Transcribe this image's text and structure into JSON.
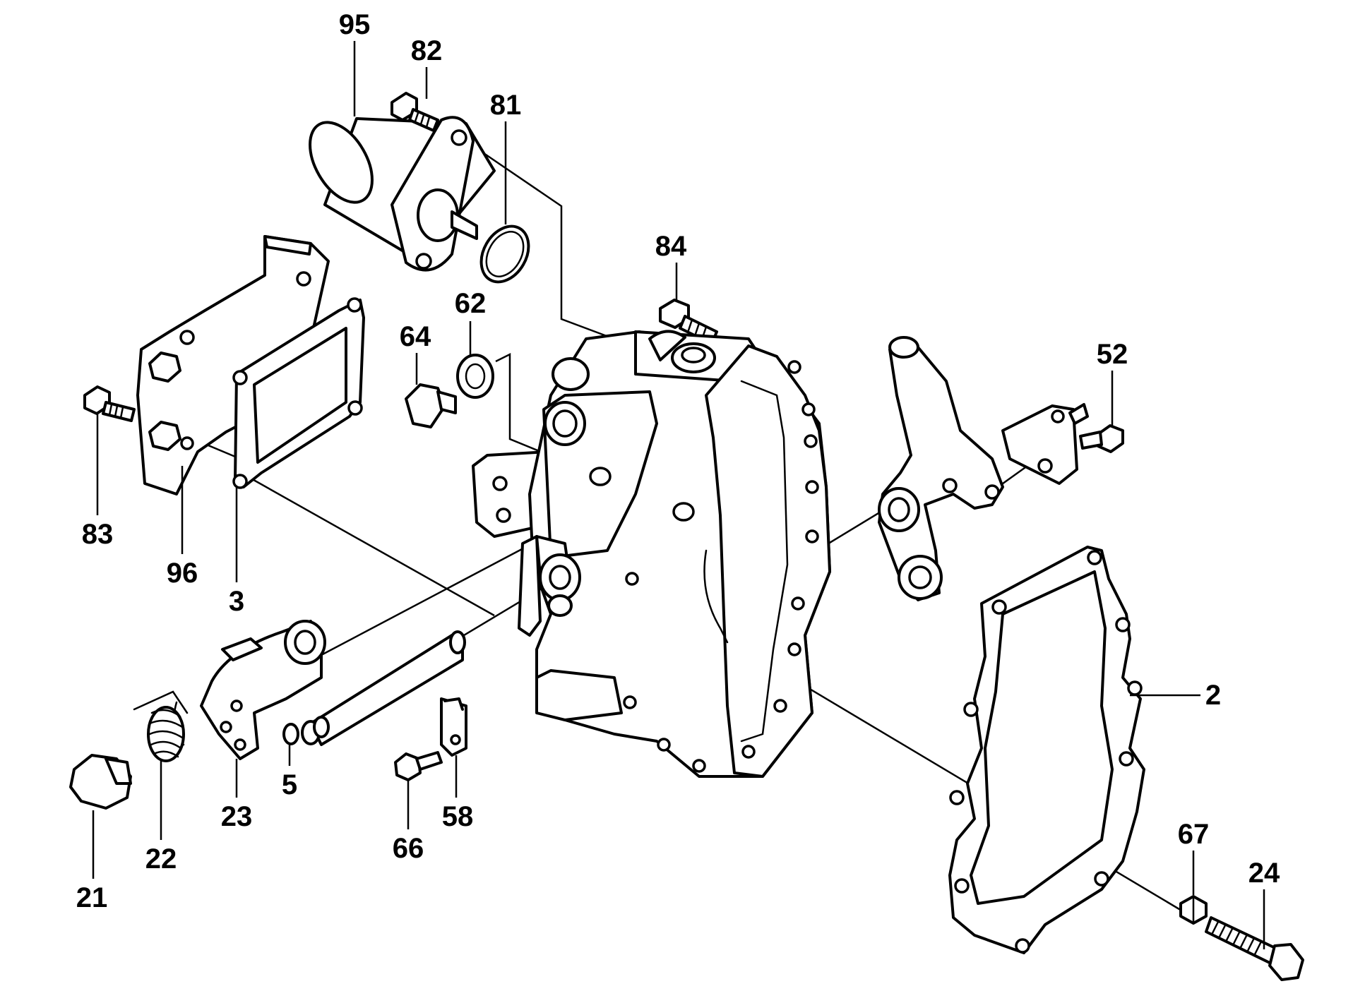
{
  "diagram": {
    "callouts": [
      {
        "id": "95",
        "label": "95"
      },
      {
        "id": "82",
        "label": "82"
      },
      {
        "id": "81",
        "label": "81"
      },
      {
        "id": "84",
        "label": "84"
      },
      {
        "id": "62",
        "label": "62"
      },
      {
        "id": "64",
        "label": "64"
      },
      {
        "id": "52",
        "label": "52"
      },
      {
        "id": "83",
        "label": "83"
      },
      {
        "id": "96",
        "label": "96"
      },
      {
        "id": "3",
        "label": "3"
      },
      {
        "id": "2",
        "label": "2"
      },
      {
        "id": "5",
        "label": "5"
      },
      {
        "id": "23",
        "label": "23"
      },
      {
        "id": "66",
        "label": "66"
      },
      {
        "id": "58",
        "label": "58"
      },
      {
        "id": "22",
        "label": "22"
      },
      {
        "id": "21",
        "label": "21"
      },
      {
        "id": "67",
        "label": "67"
      },
      {
        "id": "24",
        "label": "24"
      }
    ],
    "line_color": "#000000",
    "background": "#ffffff"
  }
}
